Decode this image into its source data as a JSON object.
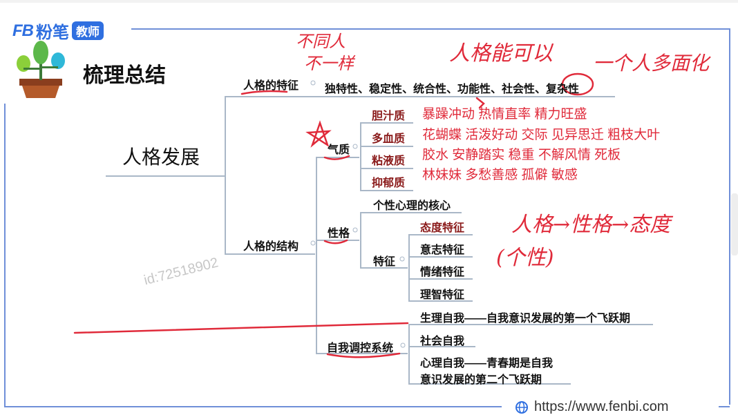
{
  "header": {
    "logo_mark": "FB",
    "brand": "粉笔",
    "tag": "教师"
  },
  "section_title": "梳理总结",
  "root": "人格发展",
  "branches": {
    "features": {
      "label": "人格的特征",
      "content": "独特性、稳定性、统合性、功能性、社会性、复杂性"
    },
    "structure": {
      "label": "人格的结构",
      "temperament": {
        "label": "气质",
        "types": [
          "胆汁质",
          "多血质",
          "粘液质",
          "抑郁质"
        ]
      },
      "character": {
        "label": "性格",
        "core": "个性心理的核心",
        "traits_label": "特征",
        "traits": [
          "态度特征",
          "意志特征",
          "情绪特征",
          "理智特征"
        ]
      },
      "self_regulation": {
        "label": "自我调控系统",
        "items": [
          "生理自我——自我意识发展的第一个飞跃期",
          "社会自我",
          "心理自我——青春期是自我",
          "意识发展的第二个飞跃期"
        ]
      }
    }
  },
  "annotations": {
    "temperament_notes": [
      "暴躁冲动  热情直率  精力旺盛",
      "花蝴蝶    活泼好动 交际   见异思迁   粗枝大叶",
      "胶水      安静踏实 稳重  不解风情     死板",
      "林妹妹      多愁善感  孤僻 敏感"
    ],
    "handwriting_1": "不同人",
    "handwriting_2": "不一样",
    "handwriting_3": "人格能可以",
    "handwriting_4": "一个人多面化",
    "handwriting_5": "人格→性格→态度",
    "handwriting_6": "(个性)"
  },
  "watermark": "id:72518902",
  "footer": {
    "url": "https://www.fenbi.com"
  },
  "colors": {
    "accent": "#2f6fe0",
    "annotation": "#e02a3a",
    "node_dark": "#8a1a1a",
    "line": "#a9b7c7"
  }
}
